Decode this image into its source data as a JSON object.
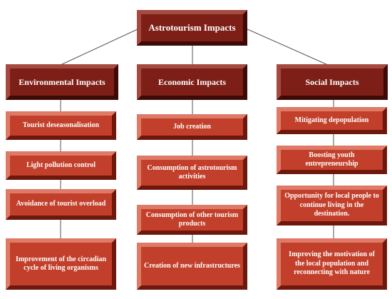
{
  "title": "Astrotourism Impacts",
  "categories": {
    "environmental": {
      "label": "Environmental Impacts",
      "items": [
        "Tourist deseasonalisation",
        "Light pollution control",
        "Avoidance of tourist overload",
        "Improvement of the circadian cycle of living organisms"
      ]
    },
    "economic": {
      "label": "Economic  Impacts",
      "items": [
        "Job creation",
        "Consumption of astrotourism activities",
        "Consumption of other tourism products",
        "Creation of new infrastructures"
      ]
    },
    "social": {
      "label": "Social  Impacts",
      "items": [
        "Mitigating depopulation",
        "Boosting youth entrepreneurship",
        "Opportunity for local people to continue living in the destination.",
        "Improving the motivation of the local population and reconnecting with nature"
      ]
    }
  },
  "colors": {
    "header_fill": "#7d1f17",
    "item_fill": "#c2402b",
    "connector": "#444444"
  }
}
